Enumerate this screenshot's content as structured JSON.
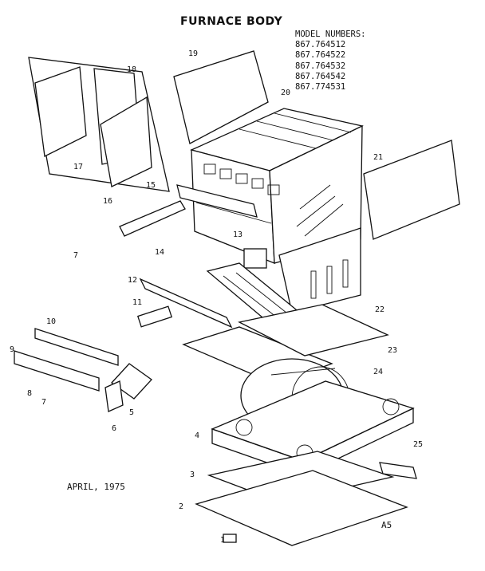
{
  "title": "FURNACE BODY",
  "model_header": "MODEL NUMBERS:",
  "models": [
    "867.764512",
    "867.764522",
    "867.764532",
    "867.764542",
    "867.774531"
  ],
  "date": "APRIL, 1975",
  "plate_id": "A5",
  "callouts": [
    "1",
    "2",
    "3",
    "4",
    "5",
    "6",
    "7",
    "7",
    "8",
    "9",
    "10",
    "11",
    "12",
    "13",
    "14",
    "15",
    "16",
    "17",
    "18",
    "19",
    "20",
    "21",
    "22",
    "23",
    "24",
    "25"
  ]
}
